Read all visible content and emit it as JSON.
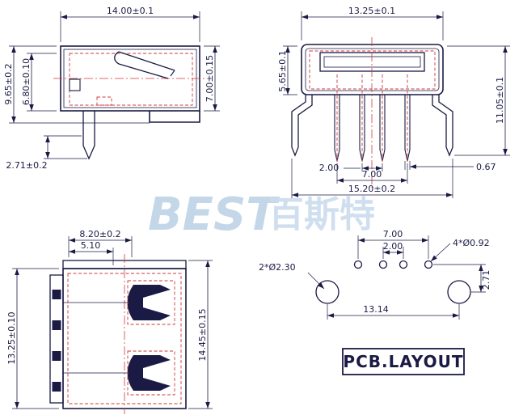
{
  "watermark": {
    "text_latin": "BEST",
    "text_cjk": "百斯特"
  },
  "colors": {
    "line": "#1a1a45",
    "hidden_line": "#cf3a3a",
    "watermark": "#bdd3e7"
  },
  "side_view": {
    "width": "14.00±0.1",
    "total_height": "9.65±0.2",
    "inner_height": "6.80±0.10",
    "shell_height": "7.00±0.15",
    "pin_protrusion": "2.71±0.2"
  },
  "front_view": {
    "width": "13.25±0.1",
    "shell_height": "5.65±0.1",
    "total_height": "11.05±0.1",
    "pin_pitch": "2.00",
    "pin_span": "7.00",
    "pin_width": "0.67",
    "overall_width": "15.20±0.2"
  },
  "rear_view": {
    "outer_width": "8.20±0.2",
    "inner_width": "5.10",
    "body_height": "13.25±0.10",
    "total_height": "14.45±0.15"
  },
  "pcb_layout": {
    "title": "PCB.LAYOUT",
    "pin_span": "7.00",
    "pin_pitch": "2.00",
    "pin_hole": "4*Ø0.92",
    "mount_hole": "2*Ø2.30",
    "mount_span": "13.14",
    "row_offset": "2.71"
  }
}
